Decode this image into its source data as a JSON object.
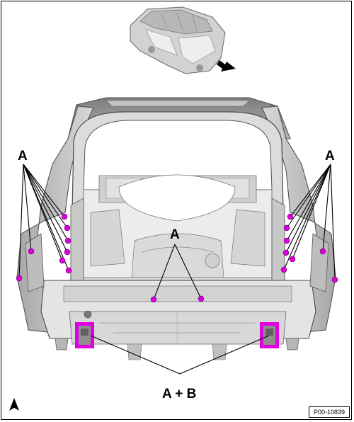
{
  "labels": {
    "left": "A",
    "right": "A",
    "center": "A",
    "bottom": "A + B"
  },
  "reference": "P00-10839",
  "colors": {
    "marker": "#e000e0",
    "body_light": "#e6e6e6",
    "body_mid": "#c9c9c9",
    "body_dark": "#9b9b9b",
    "outline": "#4a4a4a"
  },
  "icons": {
    "orientation": "north-arrow-icon",
    "view": "view-direction-arrow-icon"
  }
}
